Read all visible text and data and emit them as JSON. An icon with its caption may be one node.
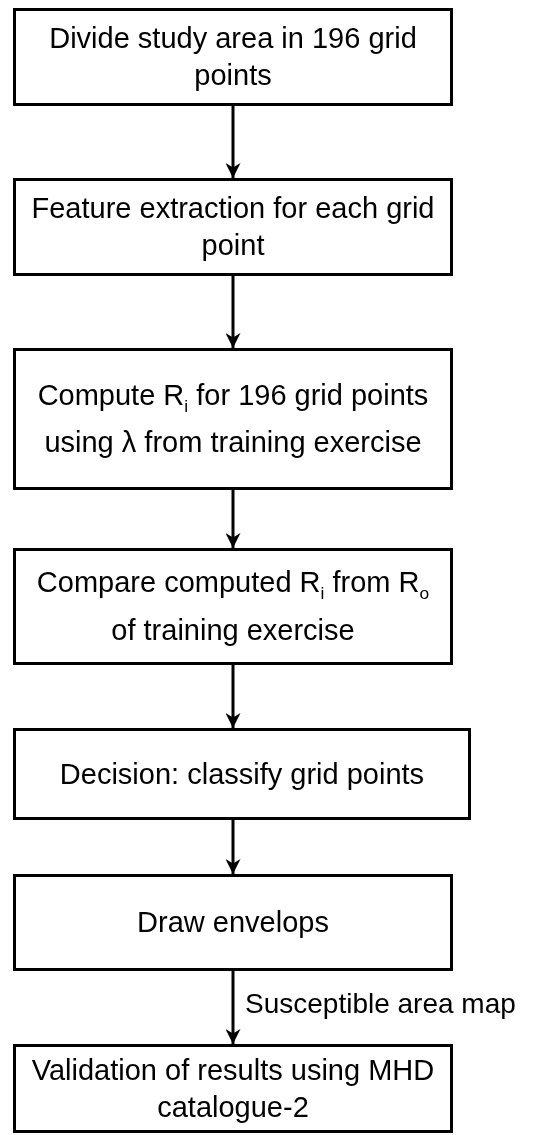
{
  "diagram": {
    "nodes": [
      {
        "text": [
          "Divide study area in 196 grid points"
        ]
      },
      {
        "text": [
          "Feature extraction for each grid point"
        ]
      },
      {
        "text": [
          "Compute R$_{i}$ for 196 grid points using λ from training exercise"
        ]
      },
      {
        "text": [
          "Compare computed R$_{i}$ from R$_{o}$ of training exercise"
        ]
      },
      {
        "text": [
          "Decision: classify grid points"
        ]
      },
      {
        "text": [
          "Draw envelops"
        ]
      },
      {
        "text": [
          "Validation of results using MHD catalogue-2"
        ]
      }
    ],
    "edges": [
      {
        "from": 0,
        "to": 1,
        "arrow": "to"
      },
      {
        "from": 1,
        "to": 2,
        "arrow": "to"
      },
      {
        "from": 2,
        "to": 3,
        "arrow": "to"
      },
      {
        "from": 3,
        "to": 4,
        "arrow": "to"
      },
      {
        "from": 4,
        "to": 5,
        "arrow": "to"
      },
      {
        "from": 5,
        "to": 6,
        "arrow": "to",
        "label": "Susceptible area map"
      }
    ]
  }
}
